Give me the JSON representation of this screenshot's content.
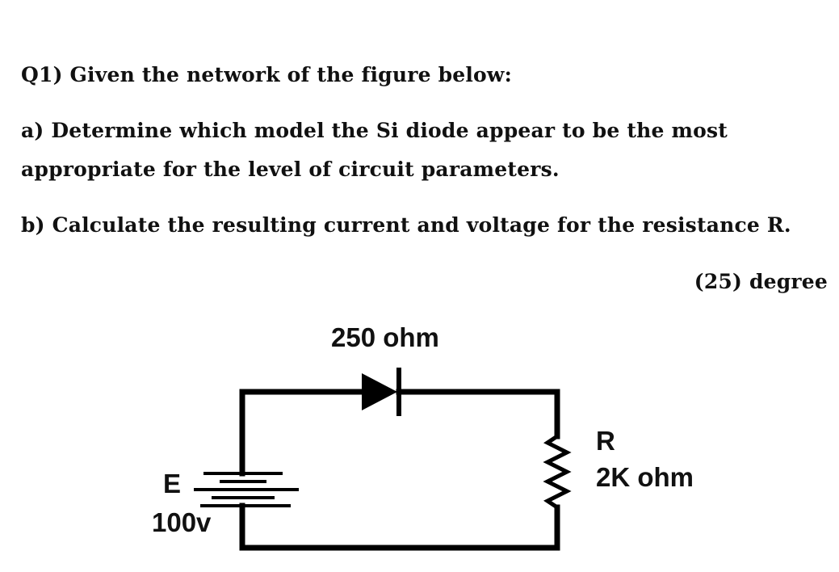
{
  "question": {
    "title": "Q1) Given the network of the figure below:",
    "part_a_line1": "a) Determine which model the Si diode appear to be the most",
    "part_a_line2": "appropriate for the level of circuit parameters.",
    "part_b": "b) Calculate the resulting current and voltage for the resistance R.",
    "marks": "(25) degree"
  },
  "circuit": {
    "diode_label": "250 ohm",
    "resistor_name": "R",
    "resistor_value": "2K ohm",
    "source_name": "E",
    "source_value": "100v",
    "wire_color": "#000000"
  }
}
